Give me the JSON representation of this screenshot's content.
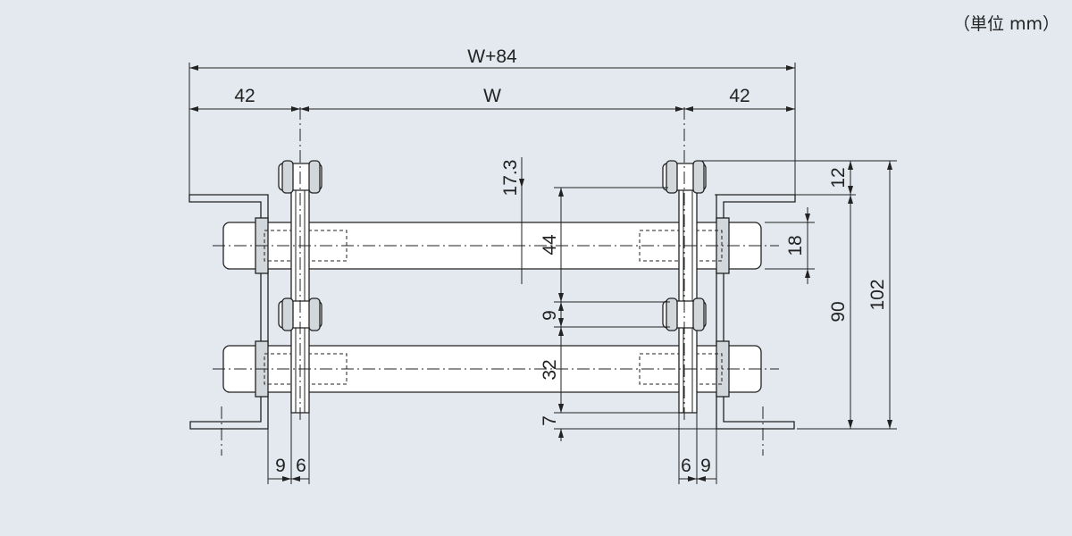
{
  "unit_label": "（単位 mm）",
  "dimensions": {
    "overall_width": "W+84",
    "left_offset": "42",
    "inner_width": "W",
    "right_offset": "42",
    "chain_pitch_top": "17.3",
    "roller_dia_span": "44",
    "roller_pitch": "18",
    "top_gap": "12",
    "frame_height": "90",
    "total_height": "102",
    "link_gap": "9",
    "lower_span": "32",
    "bottom_gap": "7",
    "left_bottom_a": "9",
    "left_bottom_b": "6",
    "right_bottom_a": "6",
    "right_bottom_b": "9"
  }
}
